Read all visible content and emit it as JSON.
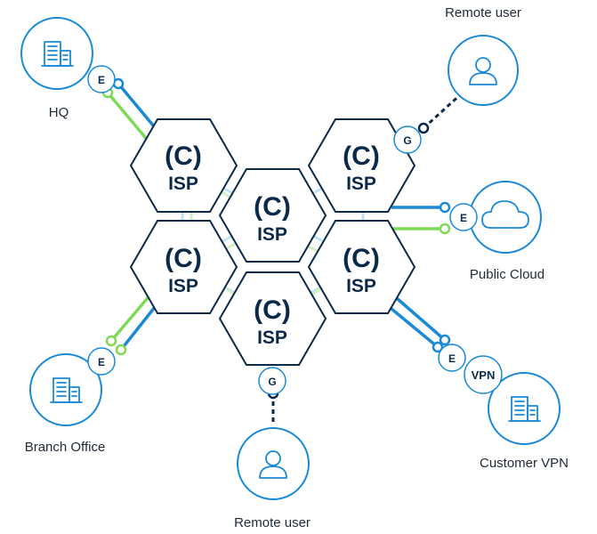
{
  "isp_nodes": [
    {
      "id": "isp-top-left",
      "label": "ISP"
    },
    {
      "id": "isp-center",
      "label": "ISP"
    },
    {
      "id": "isp-top-right",
      "label": "ISP"
    },
    {
      "id": "isp-mid-left",
      "label": "ISP"
    },
    {
      "id": "isp-mid-right",
      "label": "ISP"
    },
    {
      "id": "isp-bottom",
      "label": "ISP"
    }
  ],
  "endpoints": {
    "hq": {
      "label": "HQ",
      "icon": "building-icon",
      "badge": "E"
    },
    "remote_user_top": {
      "label": "Remote user",
      "icon": "user-icon",
      "badge": "G"
    },
    "public_cloud": {
      "label": "Public Cloud",
      "icon": "cloud-icon",
      "badge": "E"
    },
    "customer_vpn": {
      "label": "Customer VPN",
      "icon": "building-icon",
      "badge": "E",
      "tag": "VPN"
    },
    "branch_office": {
      "label": "Branch Office",
      "icon": "building-icon",
      "badge": "E"
    },
    "remote_user_bottom": {
      "label": "Remote user",
      "icon": "user-icon",
      "badge": "G"
    }
  },
  "colors": {
    "blue": "#1a8ad6",
    "green": "#7ed957",
    "navy": "#0b2a4a"
  }
}
